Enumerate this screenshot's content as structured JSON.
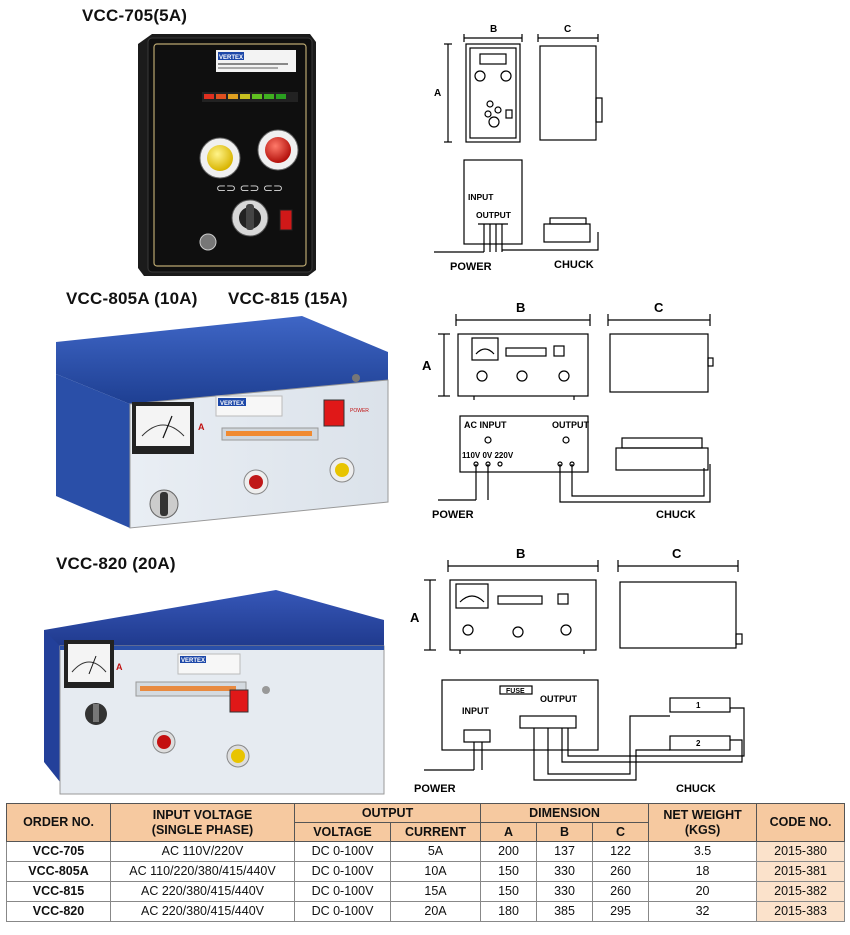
{
  "titles": {
    "vcc705": "VCC-705(5A)",
    "vcc805": "VCC-805A (10A)",
    "vcc815": "VCC-815 (15A)",
    "vcc820": "VCC-820 (20A)"
  },
  "brand": "VERTEX",
  "diagram1": {
    "dim_a": "A",
    "dim_b": "B",
    "dim_c": "C",
    "input": "INPUT",
    "output": "OUTPUT",
    "power": "POWER",
    "chuck": "CHUCK"
  },
  "diagram2": {
    "dim_a": "A",
    "dim_b": "B",
    "dim_c": "C",
    "ac_input": "AC INPUT",
    "output": "OUTPUT",
    "voltages": "110V 0V 220V",
    "power": "POWER",
    "chuck": "CHUCK"
  },
  "diagram3": {
    "dim_a": "A",
    "dim_b": "B",
    "dim_c": "C",
    "fuse": "FUSE",
    "input": "INPUT",
    "output": "OUTPUT",
    "chuck1": "1",
    "chuck2": "2",
    "power": "POWER",
    "chuck": "CHUCK"
  },
  "device_labels": {
    "ammeter_unit": "A",
    "power": "POWER"
  },
  "table": {
    "headers": {
      "order_no": "ORDER NO.",
      "input_voltage_1": "INPUT VOLTAGE",
      "input_voltage_2": "(SINGLE PHASE)",
      "output": "OUTPUT",
      "voltage": "VOLTAGE",
      "current": "CURRENT",
      "dimension": "DIMENSION",
      "a": "A",
      "b": "B",
      "c": "C",
      "net_weight_1": "NET WEIGHT",
      "net_weight_2": "(KGS)",
      "code_no": "CODE NO."
    },
    "rows": [
      {
        "order": "VCC-705",
        "input": "AC 110V/220V",
        "voltage": "DC 0-100V",
        "current": "5A",
        "a": "200",
        "b": "137",
        "c": "122",
        "weight": "3.5",
        "code": "2015-380"
      },
      {
        "order": "VCC-805A",
        "input": "AC 110/220/380/415/440V",
        "voltage": "DC 0-100V",
        "current": "10A",
        "a": "150",
        "b": "330",
        "c": "260",
        "weight": "18",
        "code": "2015-381"
      },
      {
        "order": "VCC-815",
        "input": "AC 220/380/415/440V",
        "voltage": "DC 0-100V",
        "current": "15A",
        "a": "150",
        "b": "330",
        "c": "260",
        "weight": "20",
        "code": "2015-382"
      },
      {
        "order": "VCC-820",
        "input": "AC 220/380/415/440V",
        "voltage": "DC 0-100V",
        "current": "20A",
        "a": "180",
        "b": "385",
        "c": "295",
        "weight": "32",
        "code": "2015-383"
      }
    ]
  },
  "colors": {
    "header_bg": "#f6c9a0",
    "code_bg": "#fbe2cb",
    "panel_blue": "#2a4fa8",
    "panel_black": "#141414"
  }
}
